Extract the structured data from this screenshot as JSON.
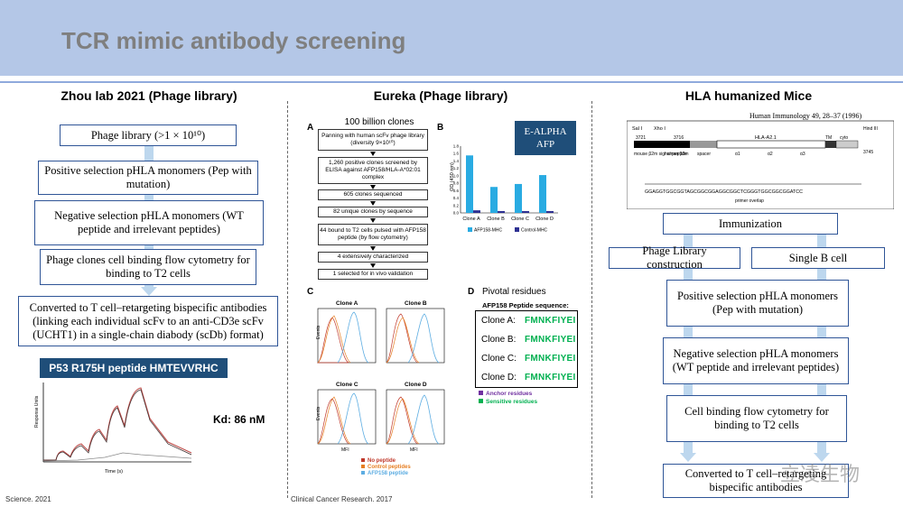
{
  "title": "TCR mimic antibody screening",
  "col1": {
    "heading": "Zhou lab 2021 (Phage library)",
    "steps": [
      "Phage library (>1 × 10¹⁰)",
      "Positive selection pHLA monomers (Pep with mutation)",
      "Negative selection pHLA monomers (WT peptide and irrelevant peptides)",
      "Phage clones cell binding flow cytometry for binding to T2 cells",
      "Converted to T cell–retargeting bispecific antibodies (linking each individual scFv to an anti-CD3e scFv (UCHT1) in a single-chain diabody (scDb) format)"
    ],
    "peptide_label": "P53 R175H peptide HMTEVVRHC",
    "kd": "Kd: 86 nM",
    "xaxis": "Time (s)",
    "yaxis": "Response Units",
    "source": "Science. 2021"
  },
  "col2": {
    "heading": "Eureka (Phage library)",
    "panelA": {
      "label": "A",
      "top": "100 billion clones",
      "steps": [
        "Panning with human scFv phage library (diversity 9×10¹⁰)",
        "1,260 positive clones screened by ELISA against AFP158/HLA-A*02:01 complex",
        "605 clones sequenced",
        "82 unique clones by sequence",
        "44 bound to T2 cells pulsed with AFP158 peptide (by flow cytometry)",
        "4 extensively characterized",
        "1 selected for in vivo validation"
      ]
    },
    "panelB": {
      "label": "B",
      "badge": "E-ALPHA AFP",
      "ylabel": "OD (450 nm)",
      "legend": [
        "AFP158-MHC",
        "Control-MHC"
      ]
    },
    "panelC": {
      "label": "C",
      "clones": [
        "Clone A",
        "Clone B",
        "Clone C",
        "Clone D"
      ],
      "ylabel": "Events",
      "xlabel": "MFI",
      "legend": [
        "No peptide",
        "Control peptides",
        "AFP158 peptide"
      ]
    },
    "panelD": {
      "label": "D",
      "title": "Pivotal residues",
      "subtitle": "AFP158 Peptide sequence:",
      "rows": [
        {
          "clone": "Clone A:",
          "seq": "FMNKFIYEI"
        },
        {
          "clone": "Clone B:",
          "seq": "FMNKFIYEI"
        },
        {
          "clone": "Clone C:",
          "seq": "FMNKFIYEI"
        },
        {
          "clone": "Clone D:",
          "seq": "FMNKFIYEI"
        }
      ],
      "legend": [
        "Anchor residues",
        "Sensitive residues"
      ]
    },
    "source": "Clinical Cancer Research. 2017"
  },
  "col3": {
    "heading": "HLA humanized Mice",
    "journal": "Human Immunology 49, 28–37 (1996)",
    "construct": {
      "labels": [
        "Sal I",
        "Xho I",
        "3721",
        "3716",
        "HLA-A2.1",
        "TM",
        "cyto",
        "Hind III",
        "3745",
        "mouse β2m signal peptide",
        "human β2m",
        "spacer",
        "α1",
        "α2",
        "α3",
        "primer overlap"
      ],
      "sequence": "GGAGGTGGCGGTAGCGGCGGAGGCGGCTCGGGTGGCGGCGGATCC"
    },
    "steps": {
      "immunization": "Immunization",
      "phage": "Phage Library construction",
      "bcell": "Single B cell",
      "positive": "Positive selection pHLA monomers (Pep with mutation)",
      "negative": "Negative selection pHLA monomers (WT peptide and irrelevant peptides)",
      "binding": "Cell binding flow cytometry for binding to T2 cells",
      "convert": "Converted to T cell–retargeting bispecific antibodies"
    },
    "watermark": "立凌生物"
  },
  "chart_data": {
    "type": "bar",
    "categories": [
      "Clone A",
      "Clone B",
      "Clone C",
      "Clone D"
    ],
    "series": [
      {
        "name": "AFP158-MHC",
        "values": [
          1.55,
          0.7,
          0.78,
          1.02
        ]
      },
      {
        "name": "Control-MHC",
        "values": [
          0.07,
          0.05,
          0.05,
          0.05
        ]
      }
    ],
    "ylabel": "OD (450 nm)",
    "ylim": [
      0,
      1.8
    ],
    "yticks": [
      0,
      0.2,
      0.4,
      0.6,
      0.8,
      1.0,
      1.2,
      1.4,
      1.6,
      1.8
    ],
    "colors": [
      "#29abe2",
      "#2e3192"
    ]
  }
}
